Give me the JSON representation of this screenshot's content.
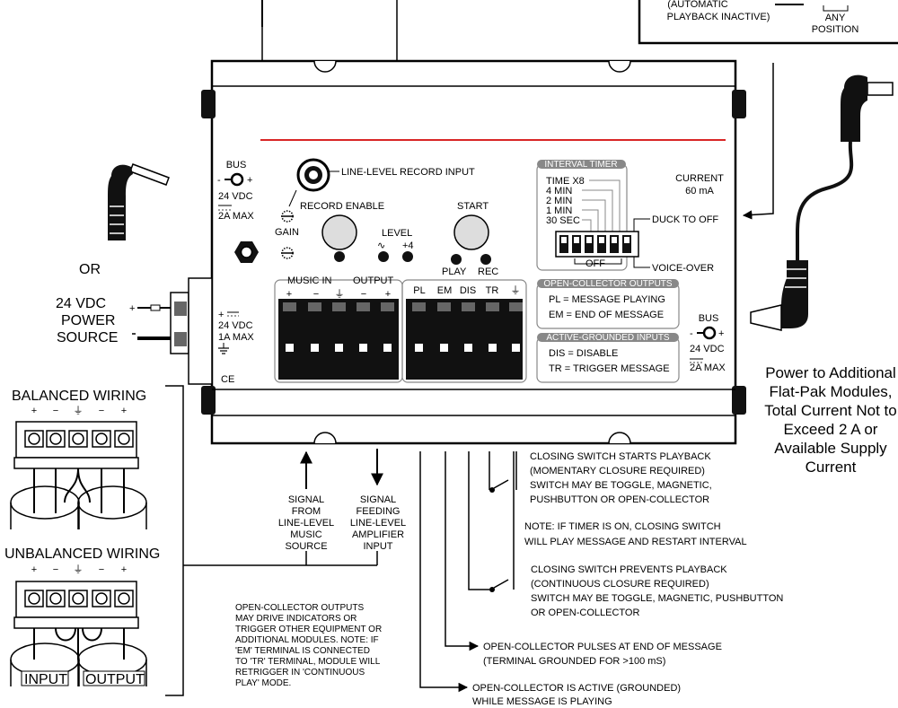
{
  "top_box": {
    "line1": "(AUTOMATIC",
    "line2": "PLAYBACK INACTIVE)",
    "any": "ANY",
    "position": "POSITION"
  },
  "bus_left": {
    "bus": "BUS",
    "voltage": "24 VDC",
    "max": "2A MAX"
  },
  "bus_right": {
    "bus": "BUS",
    "voltage": "24 VDC",
    "max": "2A MAX"
  },
  "or_label": "OR",
  "power_source": [
    "24 VDC",
    "POWER",
    "SOURCE"
  ],
  "power_terminal": [
    "24 VDC",
    "1A MAX"
  ],
  "ce_mark": "CE",
  "controls": {
    "line_level_input": "LINE-LEVEL RECORD INPUT",
    "record_enable": "RECORD ENABLE",
    "gain": "GAIN",
    "level": "LEVEL",
    "level_plus": "+4",
    "start": "START",
    "play": "PLAY",
    "rec": "REC"
  },
  "interval_timer": {
    "title": "INTERVAL TIMER",
    "options": [
      "TIME X8",
      "4 MIN",
      "2 MIN",
      "1 MIN",
      "30 SEC"
    ],
    "off": "OFF",
    "duck_to_off": "DUCK TO OFF",
    "voice_over": "VOICE-OVER"
  },
  "current": [
    "CURRENT",
    "60 mA"
  ],
  "terminals": {
    "music_in": "MUSIC IN",
    "output": "OUTPUT",
    "signs": [
      "+",
      "−",
      "⏚",
      "−",
      "+"
    ],
    "ctrl": [
      "PL",
      "EM",
      "DIS",
      "TR",
      "⏚"
    ]
  },
  "oc_outputs": {
    "title": "OPEN-COLLECTOR OUTPUTS",
    "pl": "PL = MESSAGE PLAYING",
    "em": "EM = END OF MESSAGE"
  },
  "ag_inputs": {
    "title": "ACTIVE-GROUNDED INPUTS",
    "dis": "DIS = DISABLE",
    "tr": "TR = TRIGGER MESSAGE"
  },
  "power_additional": [
    "Power to Additional",
    "Flat-Pak Modules,",
    "Total Current Not to",
    "Exceed 2 A or",
    "Available Supply",
    "Current"
  ],
  "balanced_wiring": "BALANCED WIRING",
  "unbalanced_wiring": "UNBALANCED WIRING",
  "wiring_signs": [
    "+",
    "−",
    "⏚",
    "−",
    "+"
  ],
  "input_label": "INPUT",
  "output_label": "OUTPUT",
  "signal_from": [
    "SIGNAL",
    "FROM",
    "LINE-LEVEL",
    "MUSIC",
    "SOURCE"
  ],
  "signal_feeding": [
    "SIGNAL",
    "FEEDING",
    "LINE-LEVEL",
    "AMPLIFIER",
    "INPUT"
  ],
  "notes": {
    "start_switch": [
      "CLOSING SWITCH STARTS PLAYBACK",
      "(MOMENTARY CLOSURE REQUIRED)",
      "SWITCH MAY BE TOGGLE, MAGNETIC,",
      "PUSHBUTTON OR OPEN-COLLECTOR"
    ],
    "timer_note": [
      "NOTE: IF TIMER IS ON, CLOSING SWITCH",
      "WILL PLAY MESSAGE AND RESTART INTERVAL"
    ],
    "prevent_switch": [
      "CLOSING SWITCH PREVENTS PLAYBACK",
      "(CONTINUOUS CLOSURE REQUIRED)",
      "SWITCH MAY BE TOGGLE, MAGNETIC, PUSHBUTTON",
      "OR OPEN-COLLECTOR"
    ],
    "oc_pulses": [
      "OPEN-COLLECTOR PULSES AT END OF MESSAGE",
      "(TERMINAL GROUNDED FOR >100 mS)"
    ],
    "oc_active": [
      "OPEN-COLLECTOR IS ACTIVE (GROUNDED)",
      "WHILE MESSAGE IS PLAYING"
    ],
    "oc_drive": [
      "OPEN-COLLECTOR OUTPUTS",
      "MAY DRIVE INDICATORS OR",
      "TRIGGER OTHER EQUIPMENT OR",
      "ADDITIONAL MODULES.  NOTE: IF",
      "'EM' TERMINAL IS CONNECTED",
      "TO 'TR' TERMINAL, MODULE WILL",
      "RETRIGGER IN 'CONTINUOUS",
      "PLAY' MODE."
    ]
  }
}
